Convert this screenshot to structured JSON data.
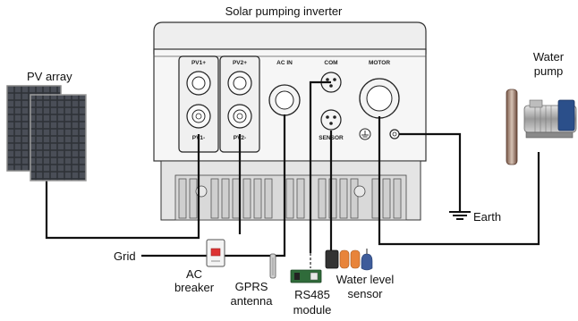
{
  "title": "Solar pumping inverter",
  "ports": {
    "pv1p": "PV1+",
    "pv1n": "PV1-",
    "pv2p": "PV2+",
    "pv2n": "PV2-",
    "acin": "AC IN",
    "com": "COM",
    "sensor": "SENSOR",
    "motor": "MOTOR"
  },
  "labels": {
    "pv_array": "PV array",
    "water_pump_1": "Water",
    "water_pump_2": "pump",
    "earth": "Earth",
    "grid": "Grid",
    "ac_breaker_1": "AC",
    "ac_breaker_2": "breaker",
    "gprs_1": "GPRS",
    "gprs_2": "antenna",
    "rs485_1": "RS485",
    "rs485_2": "module",
    "water_level_1": "Water level",
    "water_level_2": "sensor"
  },
  "colors": {
    "wire": "#111111",
    "housing_top": "#efefef",
    "housing_body": "#e2e2e2",
    "panel_cell": "#3a3d44",
    "sensor_orange": "#e8843a"
  }
}
